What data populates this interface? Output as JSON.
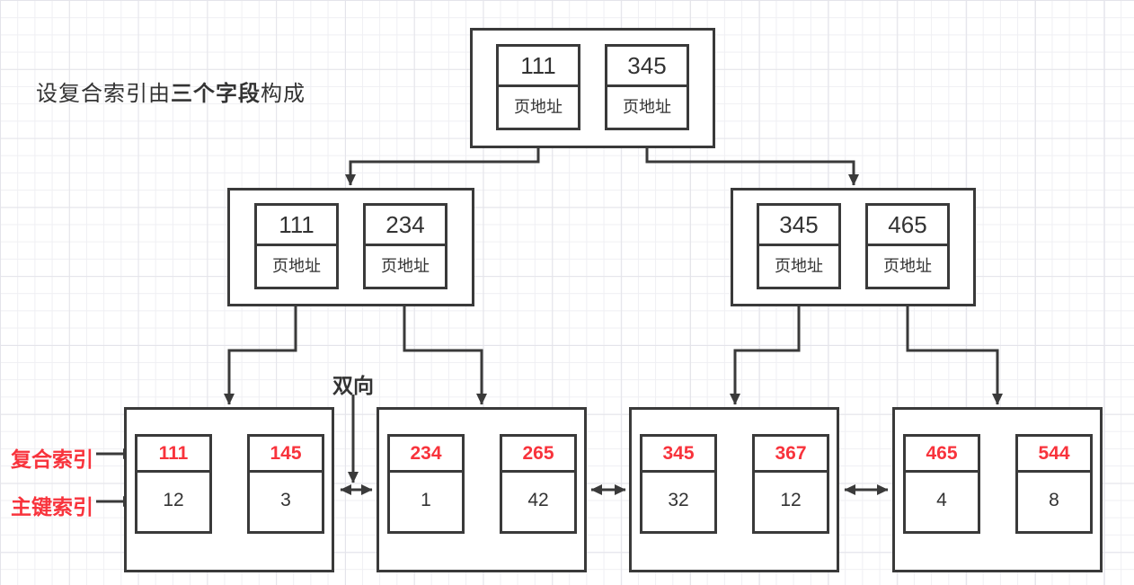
{
  "title": {
    "prefix": "设复合索引由",
    "bold": "三个字段",
    "suffix": "构成"
  },
  "annotations": {
    "bidirectional_label": "双向",
    "composite_index_label": "复合索引",
    "primary_key_index_label": "主键索引"
  },
  "colors": {
    "accent_red": "#f8333c",
    "stroke_dark": "#3a3a3a",
    "text": "#333333",
    "grid_minor": "#efeff3",
    "grid_major": "#e4e4ea",
    "background": "#ffffff"
  },
  "tree": {
    "root": {
      "entries": [
        {
          "key": "111",
          "pointer": "页地址"
        },
        {
          "key": "345",
          "pointer": "页地址"
        }
      ]
    },
    "internal_nodes": [
      {
        "entries": [
          {
            "key": "111",
            "pointer": "页地址"
          },
          {
            "key": "234",
            "pointer": "页地址"
          }
        ]
      },
      {
        "entries": [
          {
            "key": "345",
            "pointer": "页地址"
          },
          {
            "key": "465",
            "pointer": "页地址"
          }
        ]
      }
    ],
    "leaf_nodes": [
      {
        "entries": [
          {
            "composite_key": "111",
            "primary_key": "12"
          },
          {
            "composite_key": "145",
            "primary_key": "3"
          }
        ]
      },
      {
        "entries": [
          {
            "composite_key": "234",
            "primary_key": "1"
          },
          {
            "composite_key": "265",
            "primary_key": "42"
          }
        ]
      },
      {
        "entries": [
          {
            "composite_key": "345",
            "primary_key": "32"
          },
          {
            "composite_key": "367",
            "primary_key": "12"
          }
        ]
      },
      {
        "entries": [
          {
            "composite_key": "465",
            "primary_key": "4"
          },
          {
            "composite_key": "544",
            "primary_key": "8"
          }
        ]
      }
    ]
  }
}
